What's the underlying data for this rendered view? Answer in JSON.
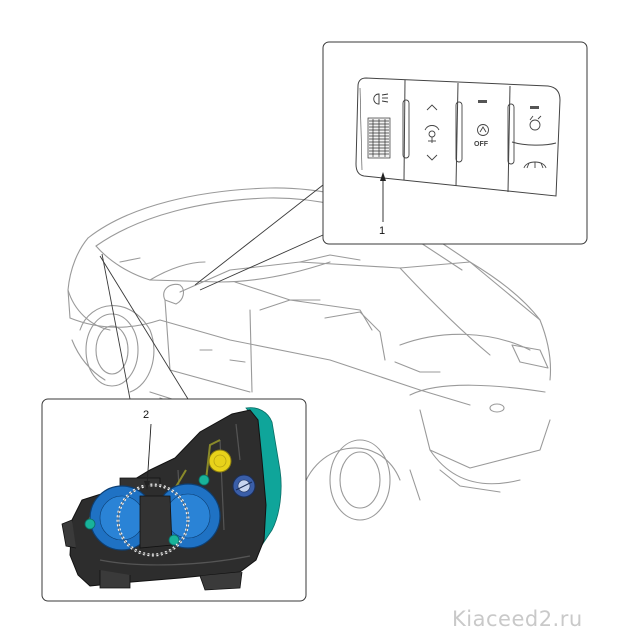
{
  "diagram": {
    "callouts": [
      {
        "id": "callout-1",
        "label": "1"
      },
      {
        "id": "callout-2",
        "label": "2"
      }
    ],
    "switch_panel": {
      "esc_off_text": "OFF"
    },
    "colors": {
      "line": "#3a3a3a",
      "car_line": "#9a9a9a",
      "bulb_blue": "#1a73c8",
      "socket_teal": "#18b39a",
      "bulb_yellow": "#e8d21a",
      "housing_teal": "#0fa59a",
      "housing_dark": "#2b2b2b"
    }
  },
  "watermark": {
    "text": "Kiaceed2.ru"
  }
}
